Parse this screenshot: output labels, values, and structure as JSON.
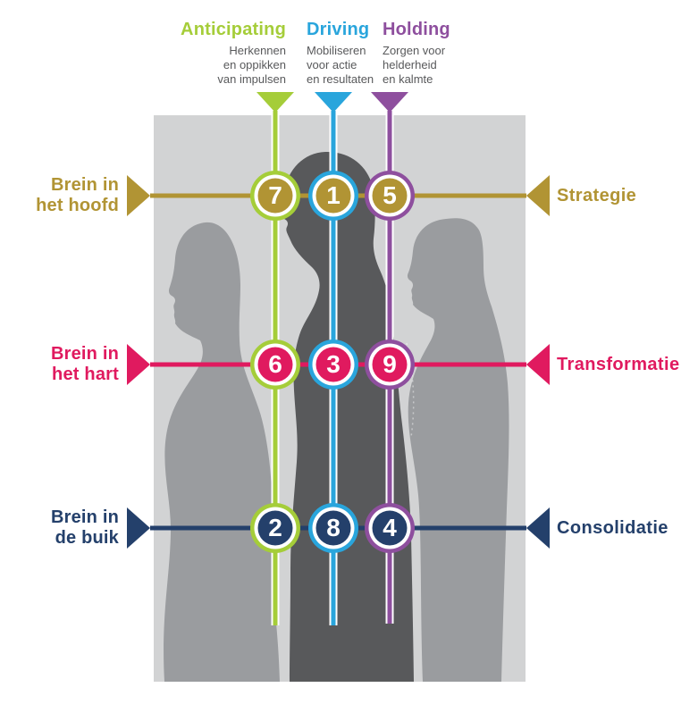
{
  "palette": {
    "green": "#a5cd39",
    "blue": "#29a5dc",
    "purple": "#8e4f9e",
    "gold": "#b19434",
    "pink": "#e01a5f",
    "navy": "#24406b",
    "box_bg": "#d2d3d4",
    "silhouette_side": "#9a9c9f",
    "silhouette_center": "#58595b",
    "subtitle_text": "#58595b"
  },
  "columns": [
    {
      "id": "anticipating",
      "label": "Anticipating",
      "description": [
        "Herkennen",
        "en oppikken",
        "van impulsen"
      ],
      "color": "green"
    },
    {
      "id": "driving",
      "label": "Driving",
      "description": [
        "Mobiliseren",
        "voor actie",
        "en resultaten"
      ],
      "color": "blue"
    },
    {
      "id": "holding",
      "label": "Holding",
      "description": [
        "Zorgen voor",
        "helderheid",
        "en kalmte"
      ],
      "color": "purple"
    }
  ],
  "rows": [
    {
      "id": "strategie",
      "left_label": [
        "Brein in",
        "het hoofd"
      ],
      "right_label": "Strategie",
      "color": "gold"
    },
    {
      "id": "transformatie",
      "left_label": [
        "Brein in",
        "het hart"
      ],
      "right_label": "Transformatie",
      "color": "pink"
    },
    {
      "id": "consolidatie",
      "left_label": [
        "Brein in",
        "de buik"
      ],
      "right_label": "Consolidatie",
      "color": "navy"
    }
  ],
  "matrix": [
    [
      "7",
      "1",
      "5"
    ],
    [
      "6",
      "3",
      "9"
    ],
    [
      "2",
      "8",
      "4"
    ]
  ]
}
